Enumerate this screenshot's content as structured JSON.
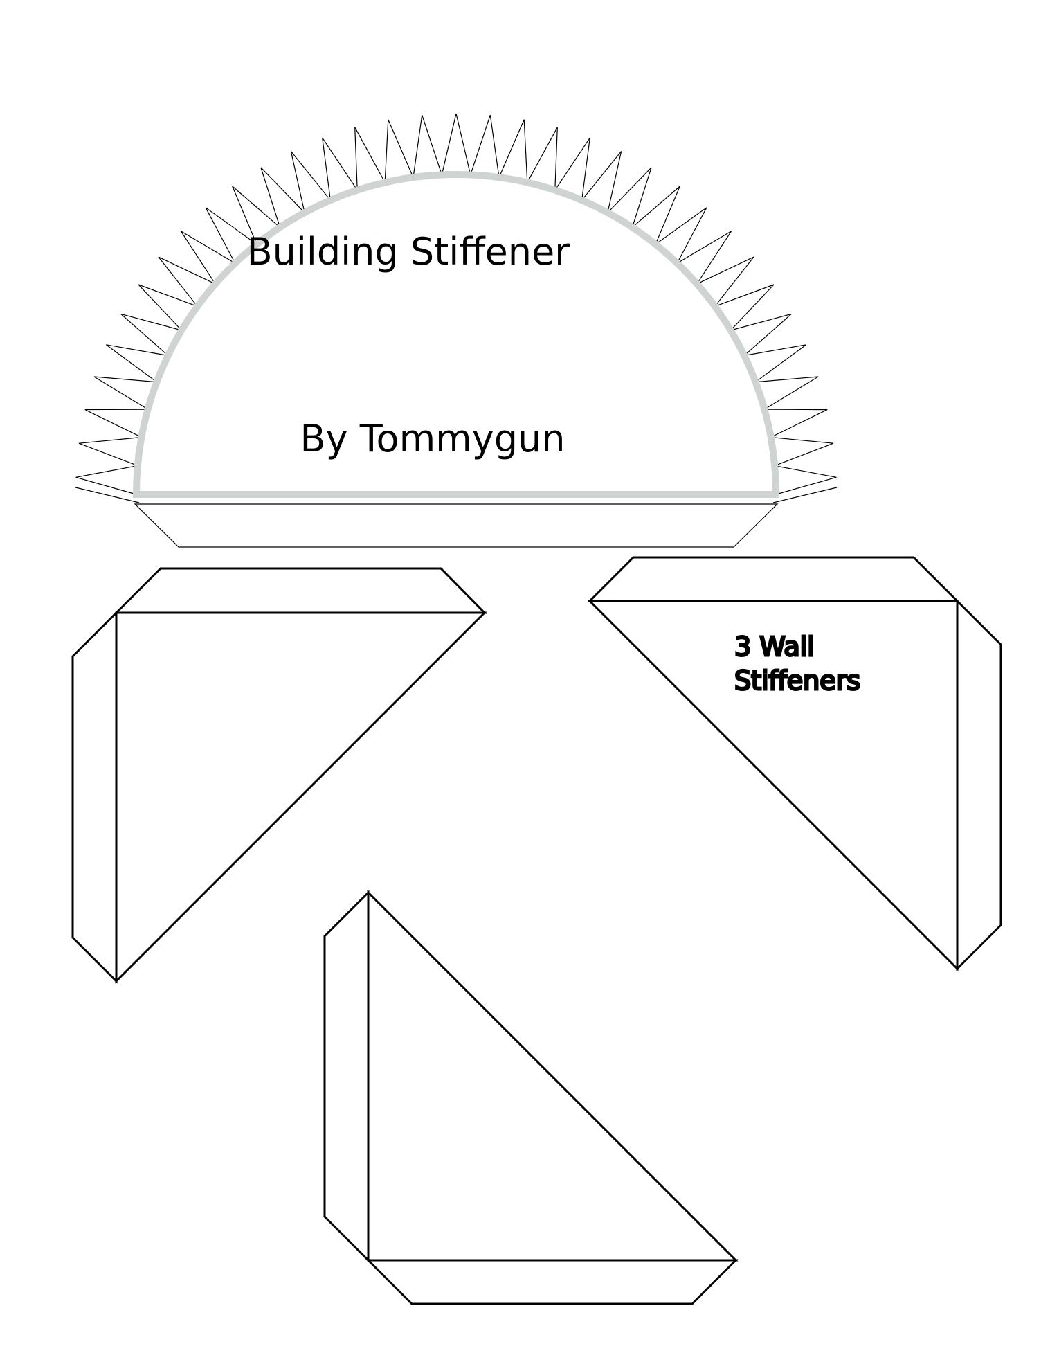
{
  "semicircle": {
    "title": "Building Stiffener",
    "author": "By Tommygun",
    "tooth_count": 35,
    "rim_color": "#cfd4d2"
  },
  "wall_stiffeners": {
    "label_line1": "3 Wall",
    "label_line2": "Stiffeners",
    "count": 3
  },
  "colors": {
    "line": "#000000",
    "background": "#ffffff"
  }
}
